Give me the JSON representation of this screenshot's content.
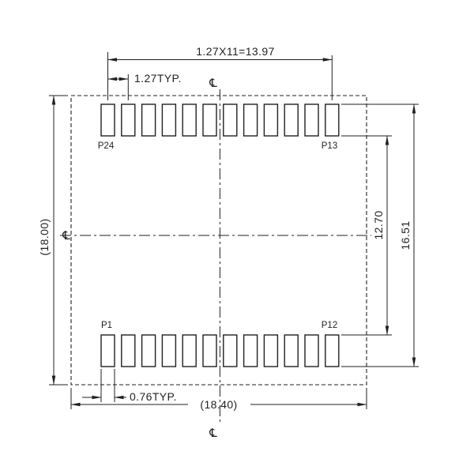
{
  "drawing": {
    "dimensions": {
      "pitch_total": "1.27X11=13.97",
      "pitch_typ": "1.27TYP.",
      "overall_height": "(18.00)",
      "row_inner_span": "12.70",
      "row_outer_span": "16.51",
      "pad_width_typ": "0.76TYP.",
      "overall_width": "(18.40)"
    },
    "pins": {
      "top_left_label": "P24",
      "top_right_label": "P13",
      "bottom_left_label": "P1",
      "bottom_right_label": "P12",
      "pads_per_row": 12
    },
    "symbols": {
      "centerline": "℄"
    },
    "colors": {
      "line": "#231f20",
      "background": "#ffffff"
    }
  }
}
